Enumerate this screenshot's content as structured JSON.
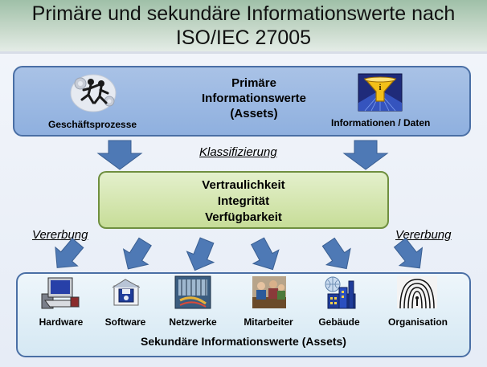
{
  "title": {
    "line1": "Primäre und sekundäre Informationswerte nach",
    "line2": "ISO/IEC 27005"
  },
  "primary": {
    "line1": "Primäre",
    "line2": "Informationswerte",
    "line3": "(Assets)",
    "left_label": "Geschäftsprozesse",
    "right_label": "Informationen / Daten"
  },
  "classification_label": "Klassifizierung",
  "cia": {
    "line1": "Vertraulichkeit",
    "line2": "Integrität",
    "line3": "Verfügbarkeit"
  },
  "inheritance_left": "Vererbung",
  "inheritance_right": "Vererbung",
  "secondary": {
    "title": "Sekundäre Informationswerte (Assets)",
    "items": [
      {
        "label": "Hardware",
        "icon": "computer-icon"
      },
      {
        "label": "Software",
        "icon": "software-icon"
      },
      {
        "label": "Netzwerke",
        "icon": "network-icon"
      },
      {
        "label": "Mitarbeiter",
        "icon": "people-icon"
      },
      {
        "label": "Gebäude",
        "icon": "building-icon"
      },
      {
        "label": "Organisation",
        "icon": "organisation-icon"
      }
    ]
  },
  "colors": {
    "arrow": "#4e79b5",
    "primary_box": "#9ab8e2",
    "cia_box": "#d2e4ad",
    "secondary_box": "#e2eff7"
  }
}
